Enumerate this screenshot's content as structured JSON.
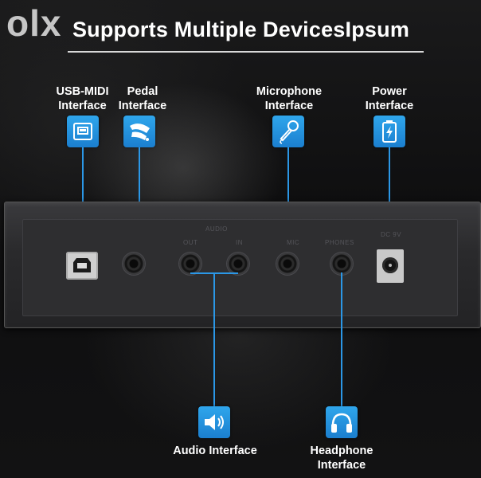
{
  "watermark": "olx",
  "title": "Supports Multiple DevicesIpsum",
  "interfaces": {
    "usb_midi": {
      "line1": "USB-MIDI",
      "line2": "Interface",
      "icon": "usb-port-icon"
    },
    "pedal": {
      "line1": "Pedal",
      "line2": "Interface",
      "icon": "pedal-icon"
    },
    "microphone": {
      "line1": "Microphone",
      "line2": "Interface",
      "icon": "microphone-icon"
    },
    "power": {
      "line1": "Power",
      "line2": "Interface",
      "icon": "battery-icon"
    },
    "audio": {
      "label": "Audio Interface",
      "icon": "speaker-icon"
    },
    "headphone": {
      "line1": "Headphone",
      "line2": "Interface",
      "icon": "headphones-icon"
    }
  },
  "panel_labels": {
    "audio": "AUDIO",
    "out": "OUT",
    "in": "IN",
    "mic": "MIC",
    "phones": "PHONES",
    "dc": "DC 9V"
  },
  "colors": {
    "accent": "#2b97e6",
    "text": "#ffffff",
    "background": "#0c0c0d"
  }
}
